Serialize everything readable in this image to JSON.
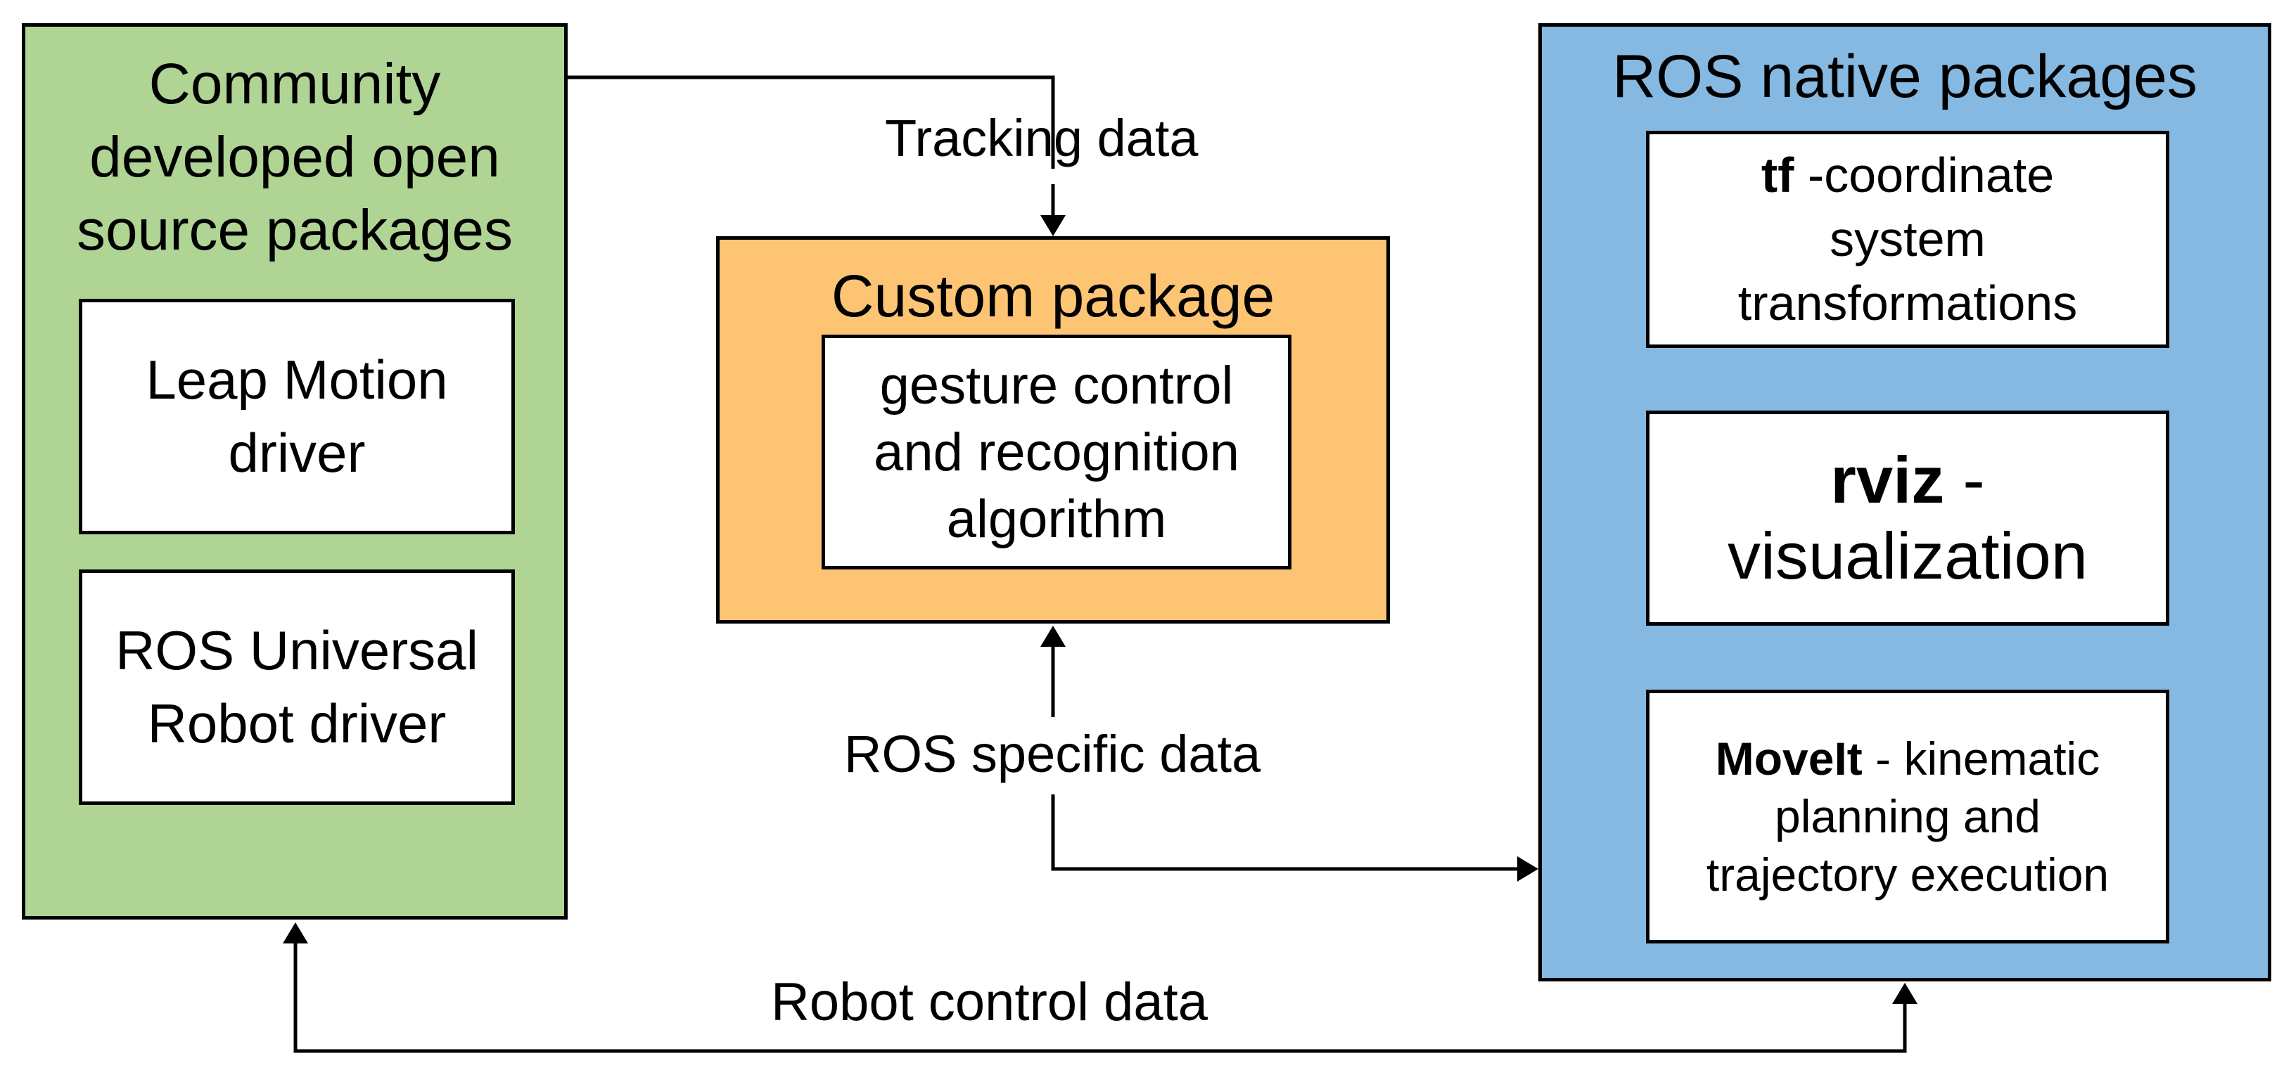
{
  "groups": {
    "community": {
      "title": "Community developed open source packages",
      "title_lines": [
        "Community",
        "developed open",
        "source packages"
      ],
      "fill": "#b0d494",
      "boxes": {
        "leap_motion": {
          "lines": [
            "Leap Motion",
            "driver"
          ]
        },
        "ur_driver": {
          "lines": [
            "ROS Universal",
            "Robot driver"
          ]
        }
      }
    },
    "custom": {
      "title": "Custom package",
      "fill": "#fdc474",
      "boxes": {
        "gesture": {
          "lines": [
            "gesture control",
            "and recognition",
            "algorithm"
          ]
        }
      }
    },
    "ros_native": {
      "title": "ROS native packages",
      "fill": "#85b9e2",
      "boxes": {
        "tf": {
          "bold": "tf",
          "lines": [
            " -coordinate",
            "system",
            "transformations"
          ]
        },
        "rviz": {
          "bold": "rviz",
          "lines": [
            " -",
            "visualization"
          ]
        },
        "moveit": {
          "bold": "MoveIt",
          "lines": [
            " - kinematic",
            "planning and",
            "trajectory execution"
          ]
        }
      }
    }
  },
  "edges": {
    "tracking": {
      "from": "community",
      "to": "custom",
      "label": "Tracking data"
    },
    "ros_specific": {
      "from": "custom",
      "to": "ros_native",
      "label": "ROS specific data",
      "bidirectional": true
    },
    "robot_control": {
      "from": "ros_native",
      "to": "community",
      "label": "Robot control data",
      "bidirectional": true
    }
  }
}
